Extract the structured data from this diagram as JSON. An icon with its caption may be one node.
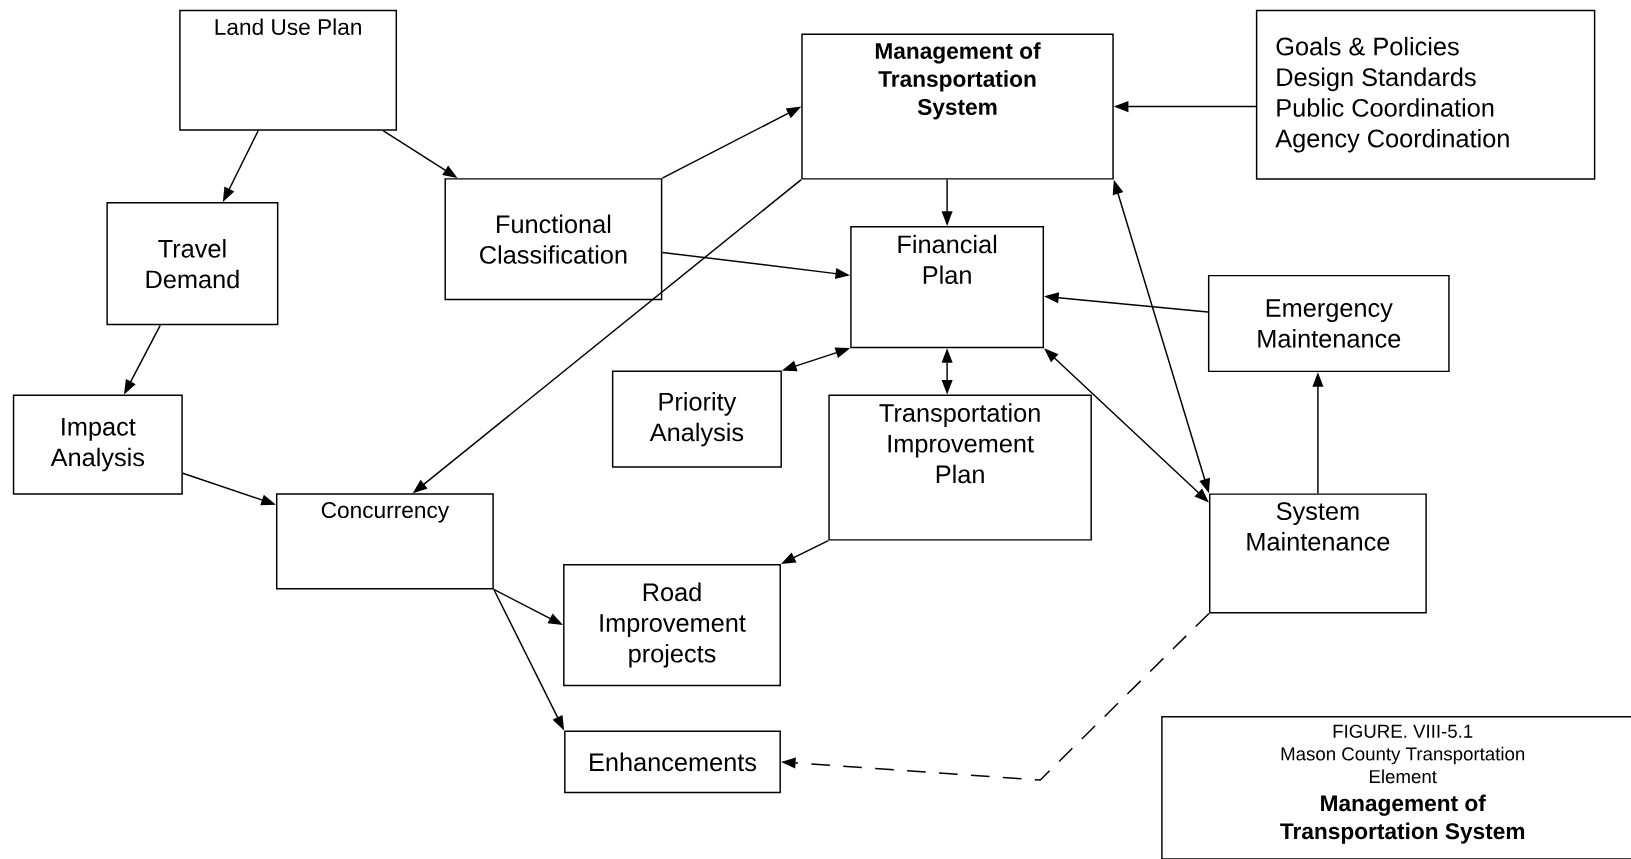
{
  "diagram": {
    "nodes": [
      {
        "text": [
          "Land Use Plan"
        ]
      },
      {
        "text": [
          "Travel Demand"
        ]
      },
      {
        "text": [
          "Impact Analysis"
        ]
      },
      {
        "text": [
          "Functional Classification"
        ]
      },
      {
        "text": [
          "Management of Transportation System"
        ]
      },
      {
        "text": [
          "Goals & Policies",
          "Design Standards",
          "Public Coordination",
          "Agency Coordination"
        ]
      },
      {
        "text": [
          "Financial Plan"
        ]
      },
      {
        "text": [
          "Emergency Maintenance"
        ]
      },
      {
        "text": [
          "Priority Analysis"
        ]
      },
      {
        "text": [
          "Transportation Improvement Plan"
        ]
      },
      {
        "text": [
          "Concurrency"
        ]
      },
      {
        "text": [
          "System Maintenance"
        ]
      },
      {
        "text": [
          "Road Improvement projects"
        ]
      },
      {
        "text": [
          "Enhancements"
        ]
      },
      {
        "text": [
          "FIGURE. VIII-5.1",
          "Mason County Transportation Element",
          "Management of Transportation System"
        ]
      }
    ],
    "edges": [
      {
        "from": 0,
        "to": 1,
        "arrow": "to"
      },
      {
        "from": 0,
        "to": 3,
        "arrow": "to"
      },
      {
        "from": 1,
        "to": 2,
        "arrow": "to"
      },
      {
        "from": 2,
        "to": 10,
        "arrow": "to"
      },
      {
        "from": 3,
        "to": 4,
        "arrow": "to"
      },
      {
        "from": 3,
        "to": 6,
        "arrow": "to"
      },
      {
        "from": 5,
        "to": 4,
        "arrow": "to"
      },
      {
        "from": 4,
        "to": 6,
        "arrow": "to"
      },
      {
        "from": 4,
        "to": 10,
        "arrow": "to"
      },
      {
        "from": 4,
        "to": 11,
        "arrow": "both"
      },
      {
        "from": 8,
        "to": 6,
        "arrow": "both"
      },
      {
        "from": 6,
        "to": 9,
        "arrow": "both"
      },
      {
        "from": 6,
        "to": 11,
        "arrow": "both"
      },
      {
        "from": 7,
        "to": 6,
        "arrow": "to"
      },
      {
        "from": 11,
        "to": 7,
        "arrow": "to"
      },
      {
        "from": 9,
        "to": 12,
        "arrow": "to"
      },
      {
        "from": 10,
        "to": 12,
        "arrow": "to"
      },
      {
        "from": 10,
        "to": 13,
        "arrow": "to"
      },
      {
        "from": 11,
        "to": 13,
        "arrow": "to",
        "style": "dashed"
      }
    ]
  }
}
